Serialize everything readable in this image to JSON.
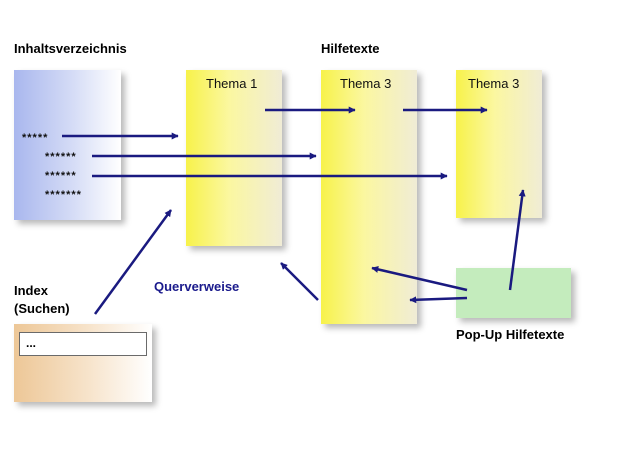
{
  "headings": {
    "toc": "Inhaltsverzeichnis",
    "help_texts": "Hilfetexte",
    "index_line1": "Index",
    "index_line2": "(Suchen)",
    "cross_refs": "Querverweise",
    "popup": "Pop-Up Hilfetexte"
  },
  "toc": {
    "entries": [
      "*****",
      "******",
      "******",
      "*******"
    ]
  },
  "topics": {
    "topic1": "Thema 1",
    "topic3a": "Thema 3",
    "topic3b": "Thema 3"
  },
  "index": {
    "input_value": "..."
  },
  "colors": {
    "arrow": "#1a1a80",
    "toc_panel": "#a9b7ee",
    "topic_panel": "#f7f24a",
    "popup_panel": "#c4ecbd",
    "index_panel": "#edc797"
  }
}
